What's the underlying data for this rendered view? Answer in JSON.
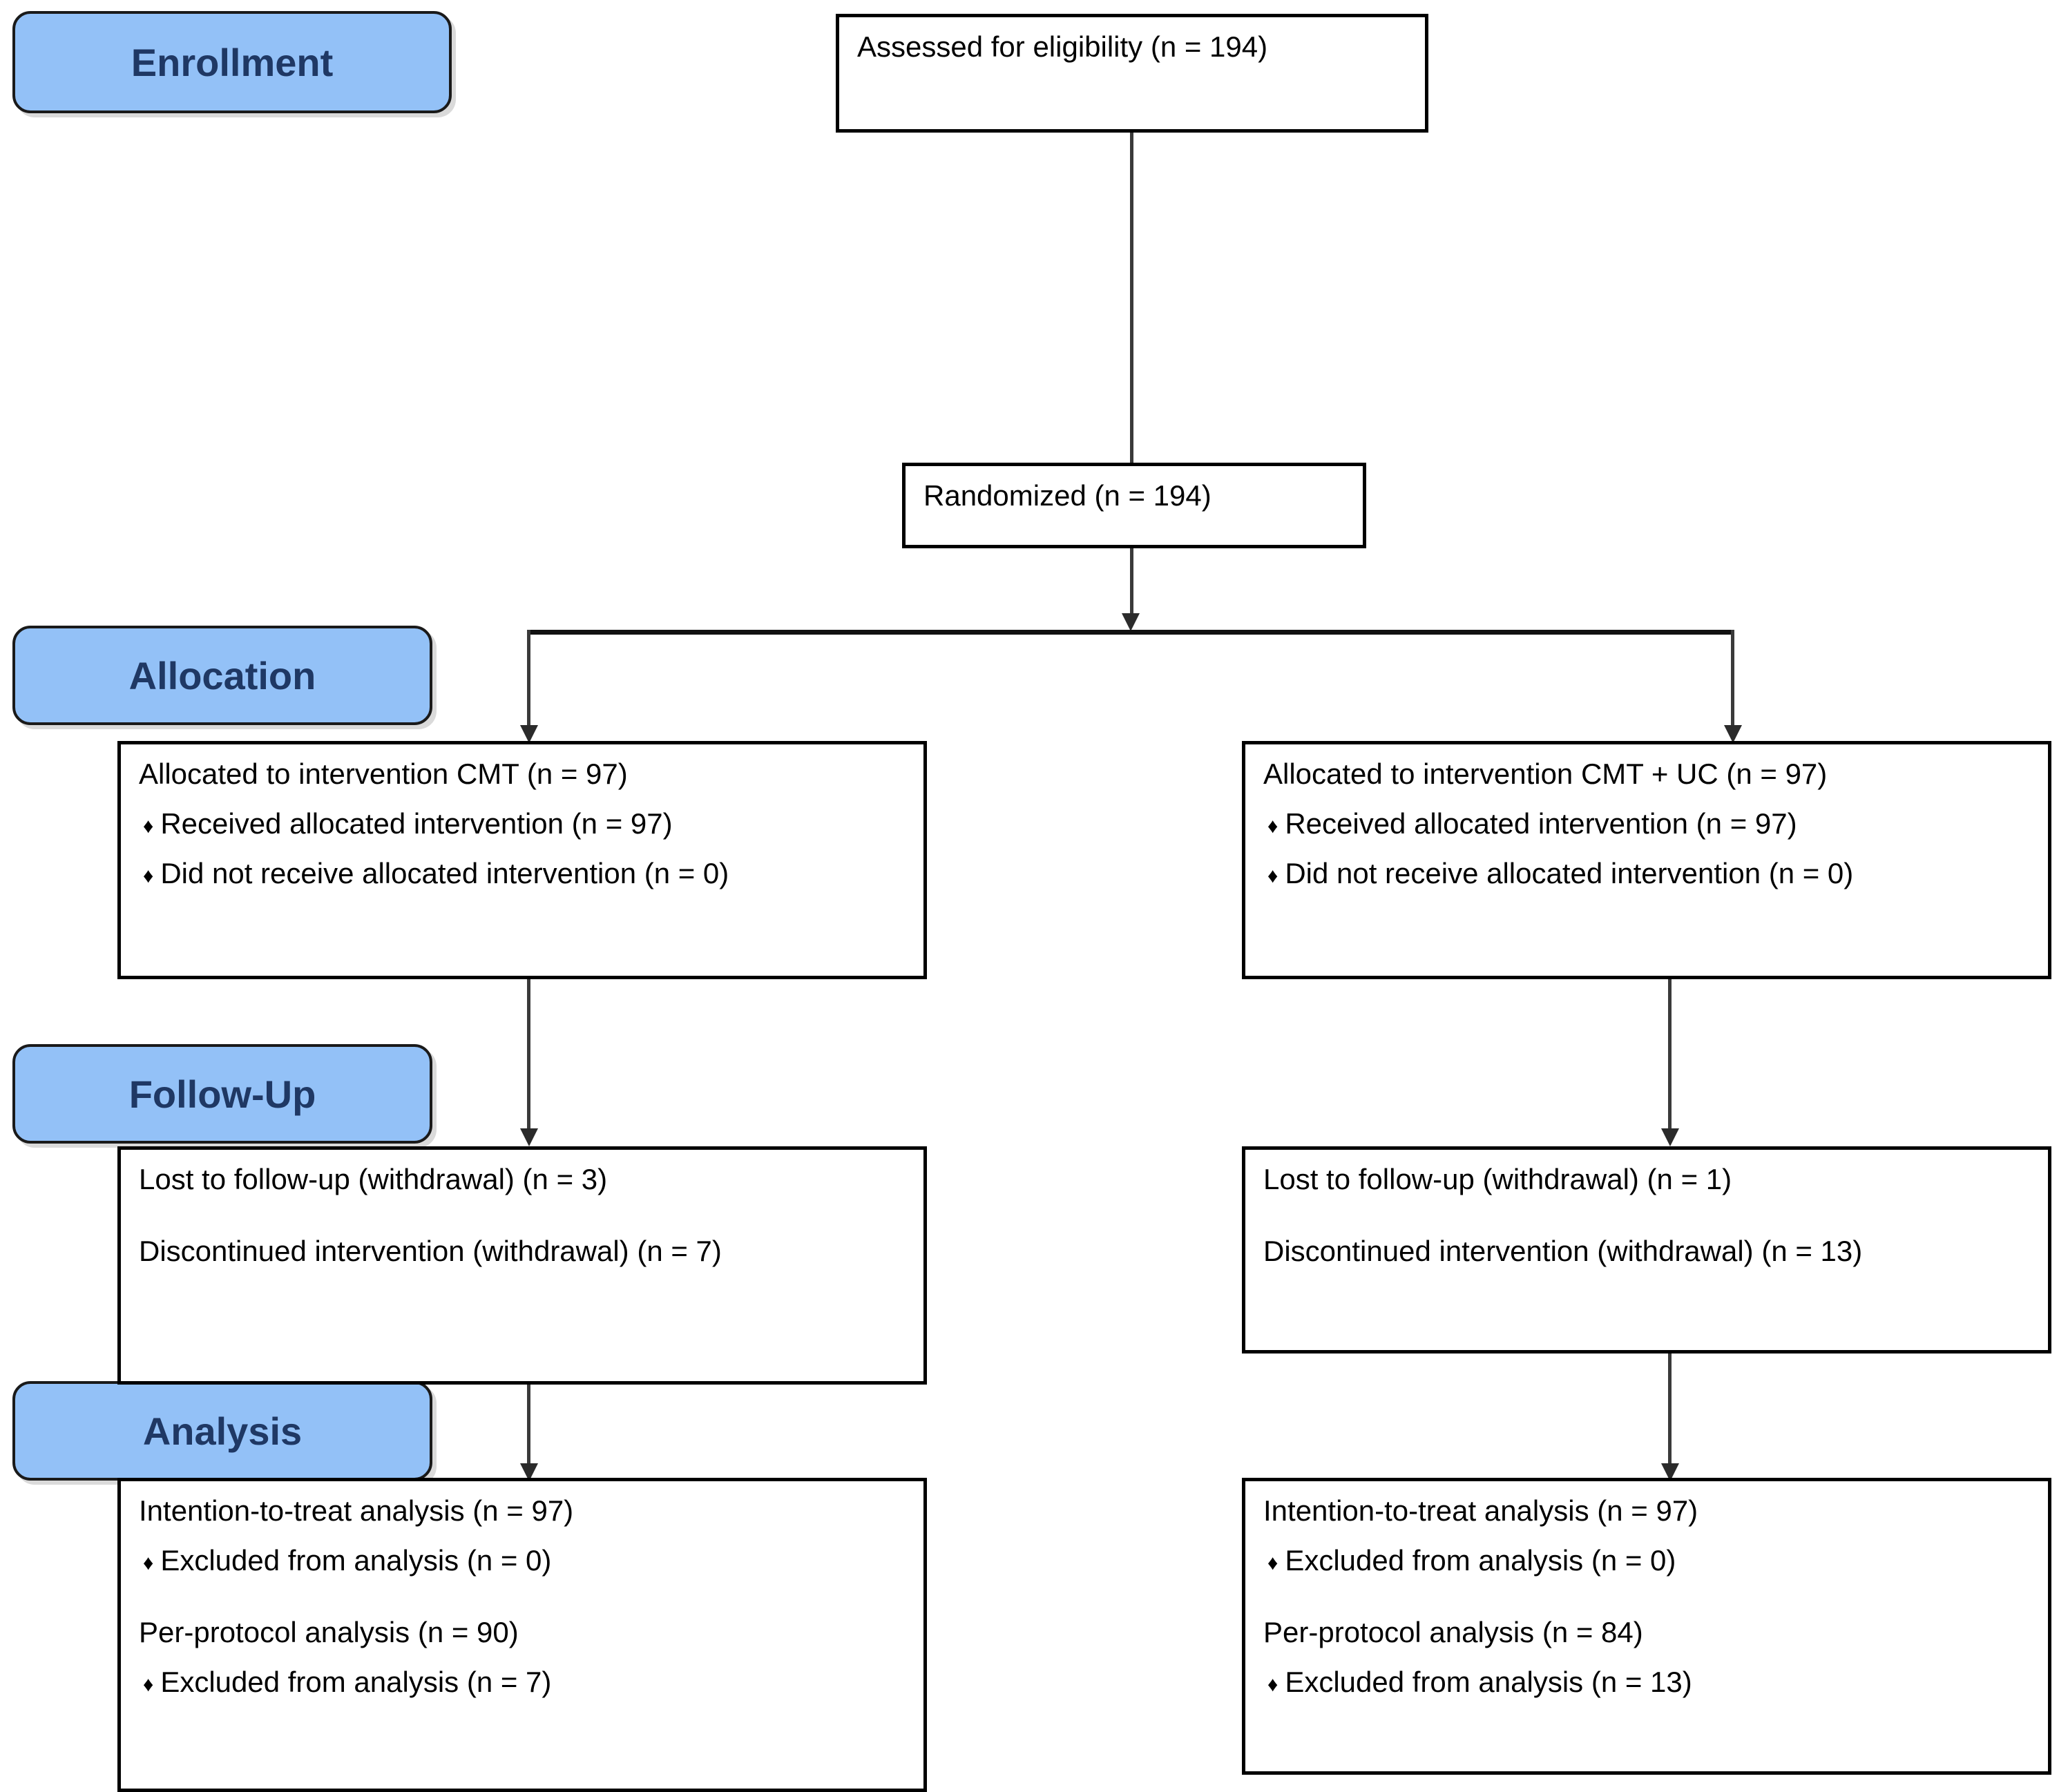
{
  "diagram": {
    "title": "CONSORT participant flow diagram",
    "accent_color": "#93C1F7",
    "pill_text_color": "#1F3864",
    "box_border_color": "#000000",
    "bullet_glyph": "♦"
  },
  "stages": [
    {
      "id": "enrollment",
      "label": "Enrollment"
    },
    {
      "id": "allocation",
      "label": "Allocation"
    },
    {
      "id": "follow-up",
      "label": "Follow-Up"
    },
    {
      "id": "analysis",
      "label": "Analysis"
    }
  ],
  "enrollment": {
    "assessed": {
      "line1": "Assessed for eligibility (n = 194)"
    },
    "randomized": {
      "line1": "Randomized (n = 194)"
    }
  },
  "allocation": {
    "left": {
      "heading": "Allocated to intervention CMT (n = 97)",
      "bullets": [
        "Received allocated intervention (n = 97)",
        "Did not receive allocated intervention (n = 0)"
      ]
    },
    "right": {
      "heading": "Allocated to intervention CMT + UC (n = 97)",
      "bullets": [
        "Received allocated intervention (n = 97)",
        "Did not receive allocated intervention (n = 0)"
      ]
    }
  },
  "followup": {
    "left": {
      "line1": "Lost to follow-up (withdrawal) (n = 3)",
      "line2": "Discontinued intervention (withdrawal) (n = 7)"
    },
    "right": {
      "line1": "Lost to follow-up (withdrawal) (n = 1)",
      "line2": "Discontinued intervention (withdrawal) (n = 13)"
    }
  },
  "analysis": {
    "left": {
      "itt_heading": "Intention-to-treat analysis (n = 97)",
      "itt_bullet": "Excluded from analysis (n = 0)",
      "pp_heading": "Per-protocol analysis (n = 90)",
      "pp_bullet": "Excluded from analysis (n = 7)"
    },
    "right": {
      "itt_heading": "Intention-to-treat analysis (n = 97)",
      "itt_bullet": "Excluded from analysis  (n = 0)",
      "pp_heading": "Per-protocol  analysis  (n = 84)",
      "pp_bullet": "Excluded from analysis  (n = 13)"
    }
  }
}
